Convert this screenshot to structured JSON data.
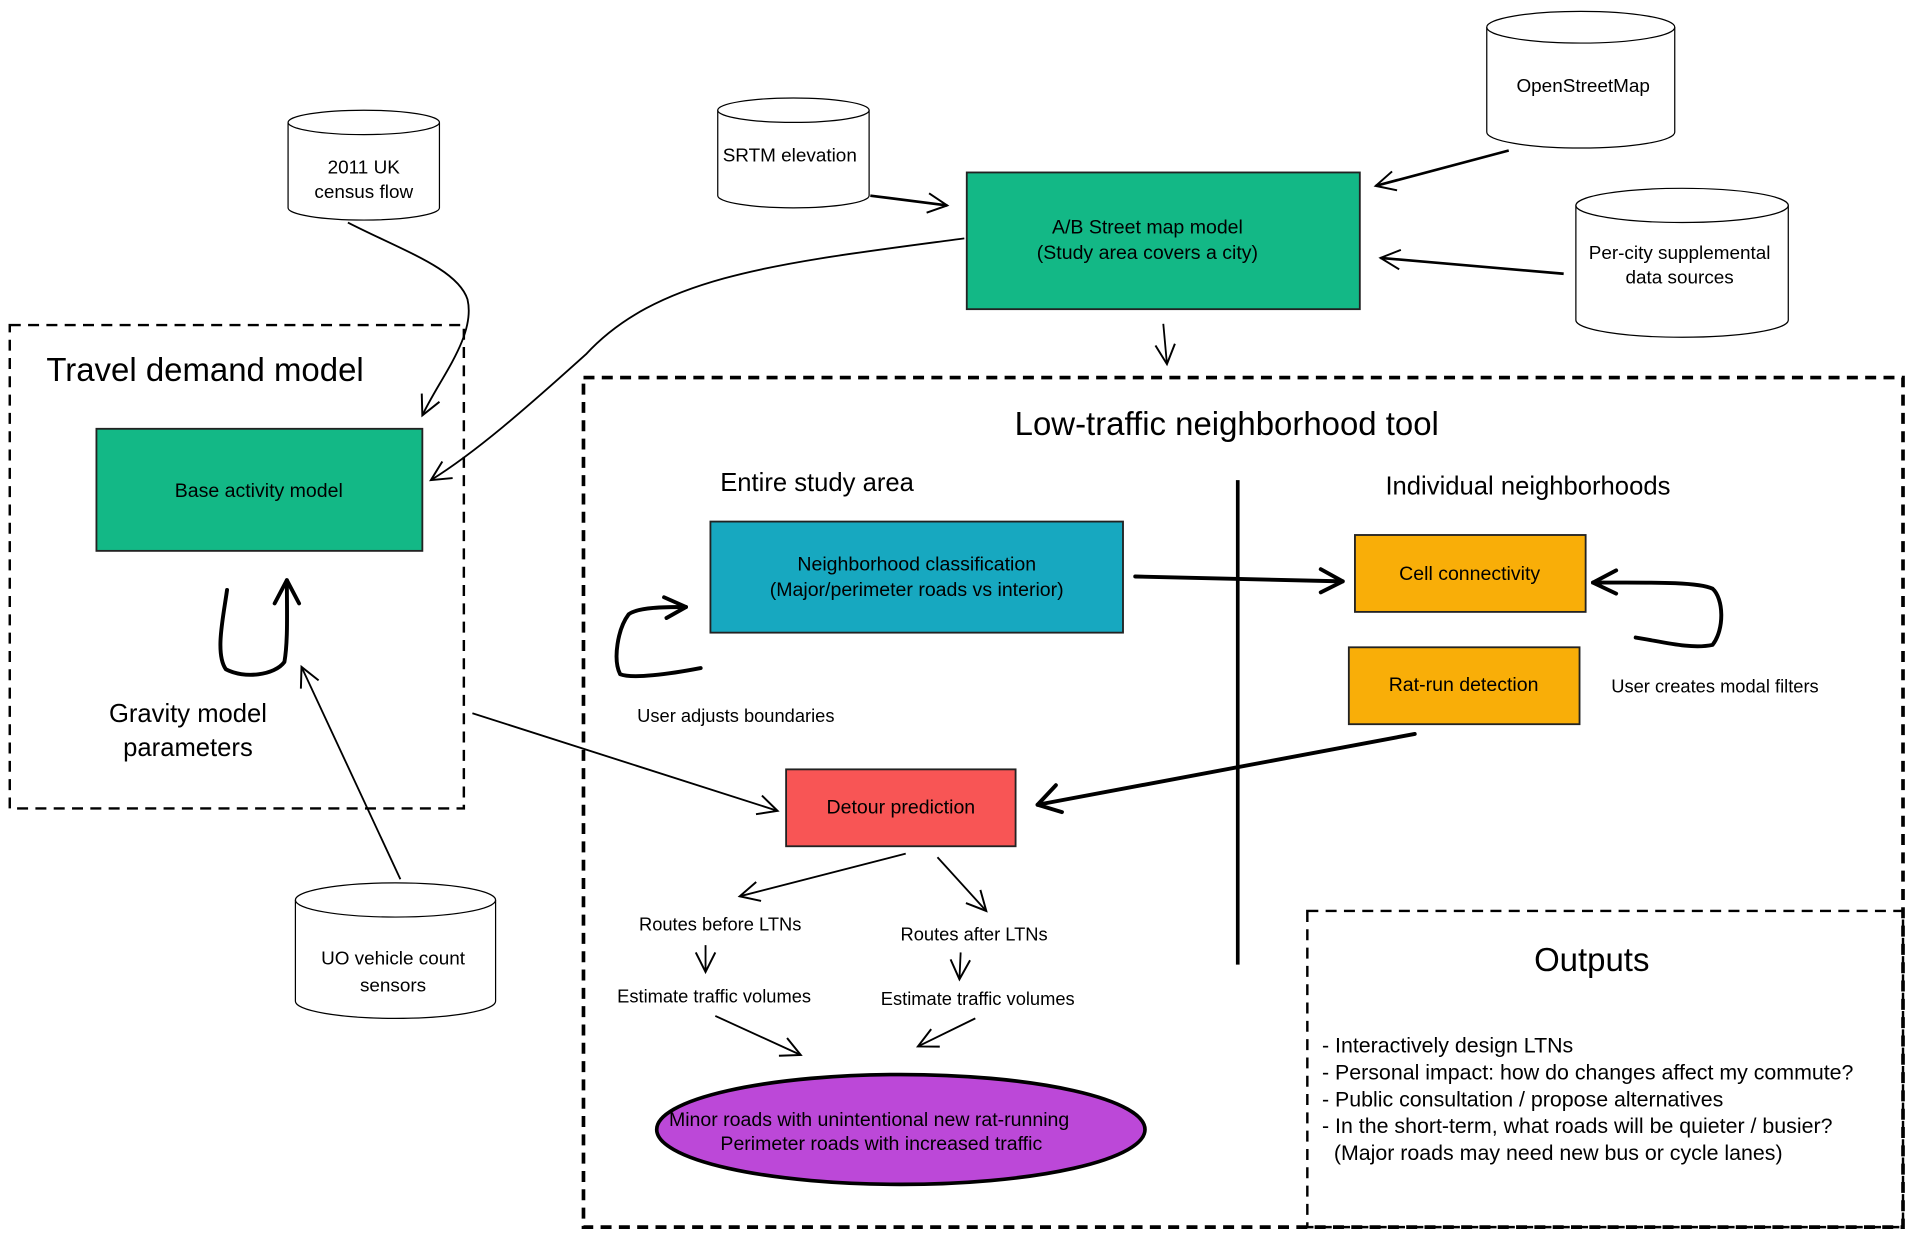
{
  "colors": {
    "green": "#13b886",
    "teal": "#17a8c0",
    "orange": "#f9ae08",
    "red": "#f85555",
    "purple": "#bc48d8"
  },
  "data_sources": {
    "census": [
      "2011 UK",
      "census flow"
    ],
    "srtm": [
      "SRTM elevation"
    ],
    "osm": [
      "OpenStreetMap"
    ],
    "percity": [
      "Per-city supplemental",
      "data sources"
    ],
    "uo": [
      "UO vehicle count",
      "sensors"
    ]
  },
  "map_model": [
    "A/B Street map model",
    "(Study area covers a city)"
  ],
  "travel_demand": {
    "title": "Travel demand model",
    "base_activity": "Base activity model",
    "gravity": [
      "Gravity model",
      "parameters"
    ]
  },
  "ltn_tool": {
    "title": "Low-traffic neighborhood tool",
    "entire_area": "Entire study area",
    "individual": "Individual neighborhoods",
    "classification": [
      "Neighborhood classification",
      "(Major/perimeter roads vs interior)"
    ],
    "user_adjusts": "User adjusts boundaries",
    "cell_connectivity": "Cell connectivity",
    "rat_run": "Rat-run detection",
    "user_filters": "User creates modal filters",
    "detour": "Detour prediction",
    "routes_before": "Routes before LTNs",
    "routes_after": "Routes after LTNs",
    "estimate_left": "Estimate traffic volumes",
    "estimate_right": "Estimate traffic volumes",
    "result": [
      "Minor roads with unintentional new rat-running",
      "Perimeter roads with increased traffic"
    ]
  },
  "outputs": {
    "title": "Outputs",
    "items": [
      "- Interactively design LTNs",
      "- Personal impact: how do changes affect my commute?",
      "- Public consultation / propose alternatives",
      "- In the short-term, what roads will be quieter / busier?",
      "  (Major roads may need new bus or cycle lanes)"
    ]
  }
}
